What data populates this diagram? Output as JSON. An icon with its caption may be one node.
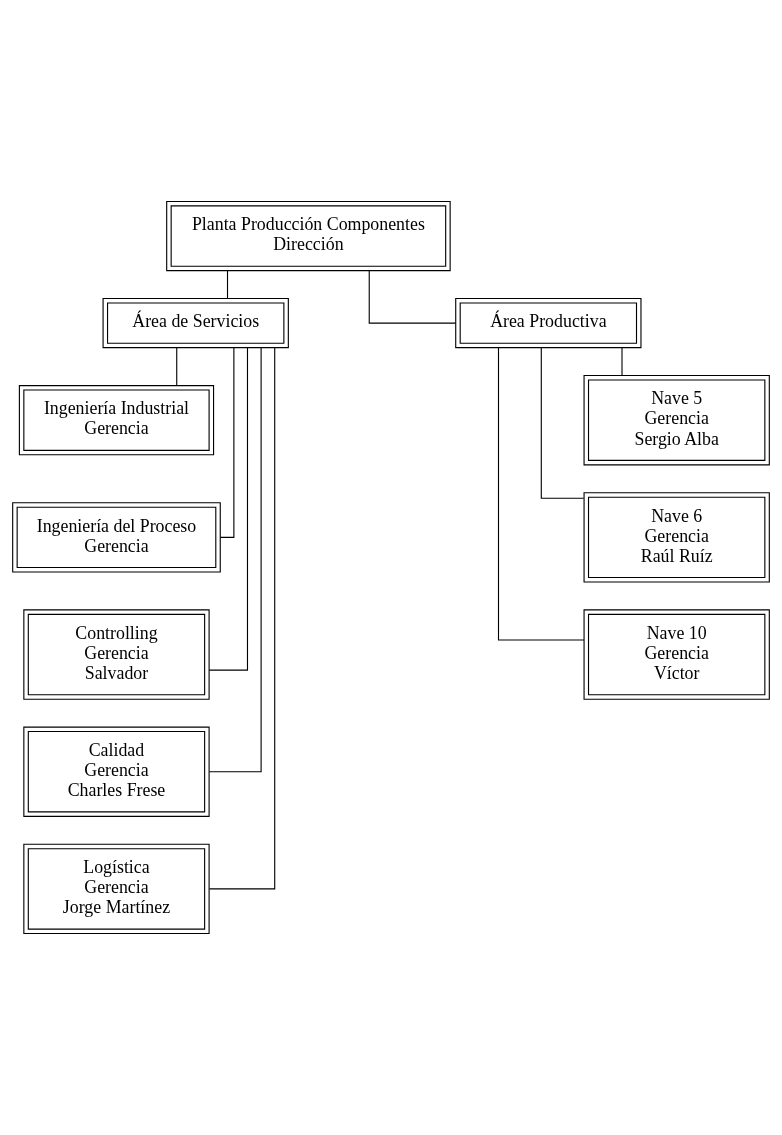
{
  "diagram": {
    "nodes": [
      {
        "text": [
          "Planta Producción Componentes",
          "Dirección"
        ]
      },
      {
        "text": [
          "Área de Servicios"
        ]
      },
      {
        "text": [
          "Área Productiva"
        ]
      },
      {
        "text": [
          "Ingeniería Industrial",
          "Gerencia"
        ]
      },
      {
        "text": [
          "Ingeniería del Proceso",
          "Gerencia"
        ]
      },
      {
        "text": [
          "Controlling",
          "Gerencia",
          "Salvador"
        ]
      },
      {
        "text": [
          "Calidad",
          "Gerencia",
          "Charles Frese"
        ]
      },
      {
        "text": [
          "Logística",
          "Gerencia",
          "Jorge Martínez"
        ]
      },
      {
        "text": [
          "Nave 5",
          "Gerencia",
          "Sergio Alba"
        ]
      },
      {
        "text": [
          "Nave 6",
          "Gerencia",
          "Raúl Ruíz"
        ]
      },
      {
        "text": [
          "Nave 10",
          "Gerencia",
          "Víctor"
        ]
      }
    ],
    "edges": [
      {
        "from": 0,
        "to": 1,
        "arrow": "none"
      },
      {
        "from": 0,
        "to": 2,
        "arrow": "none"
      },
      {
        "from": 1,
        "to": 3,
        "arrow": "none"
      },
      {
        "from": 1,
        "to": 4,
        "arrow": "none"
      },
      {
        "from": 1,
        "to": 5,
        "arrow": "none"
      },
      {
        "from": 1,
        "to": 6,
        "arrow": "none"
      },
      {
        "from": 1,
        "to": 7,
        "arrow": "none"
      },
      {
        "from": 2,
        "to": 8,
        "arrow": "none"
      },
      {
        "from": 2,
        "to": 9,
        "arrow": "none"
      },
      {
        "from": 2,
        "to": 10,
        "arrow": "none"
      }
    ]
  }
}
